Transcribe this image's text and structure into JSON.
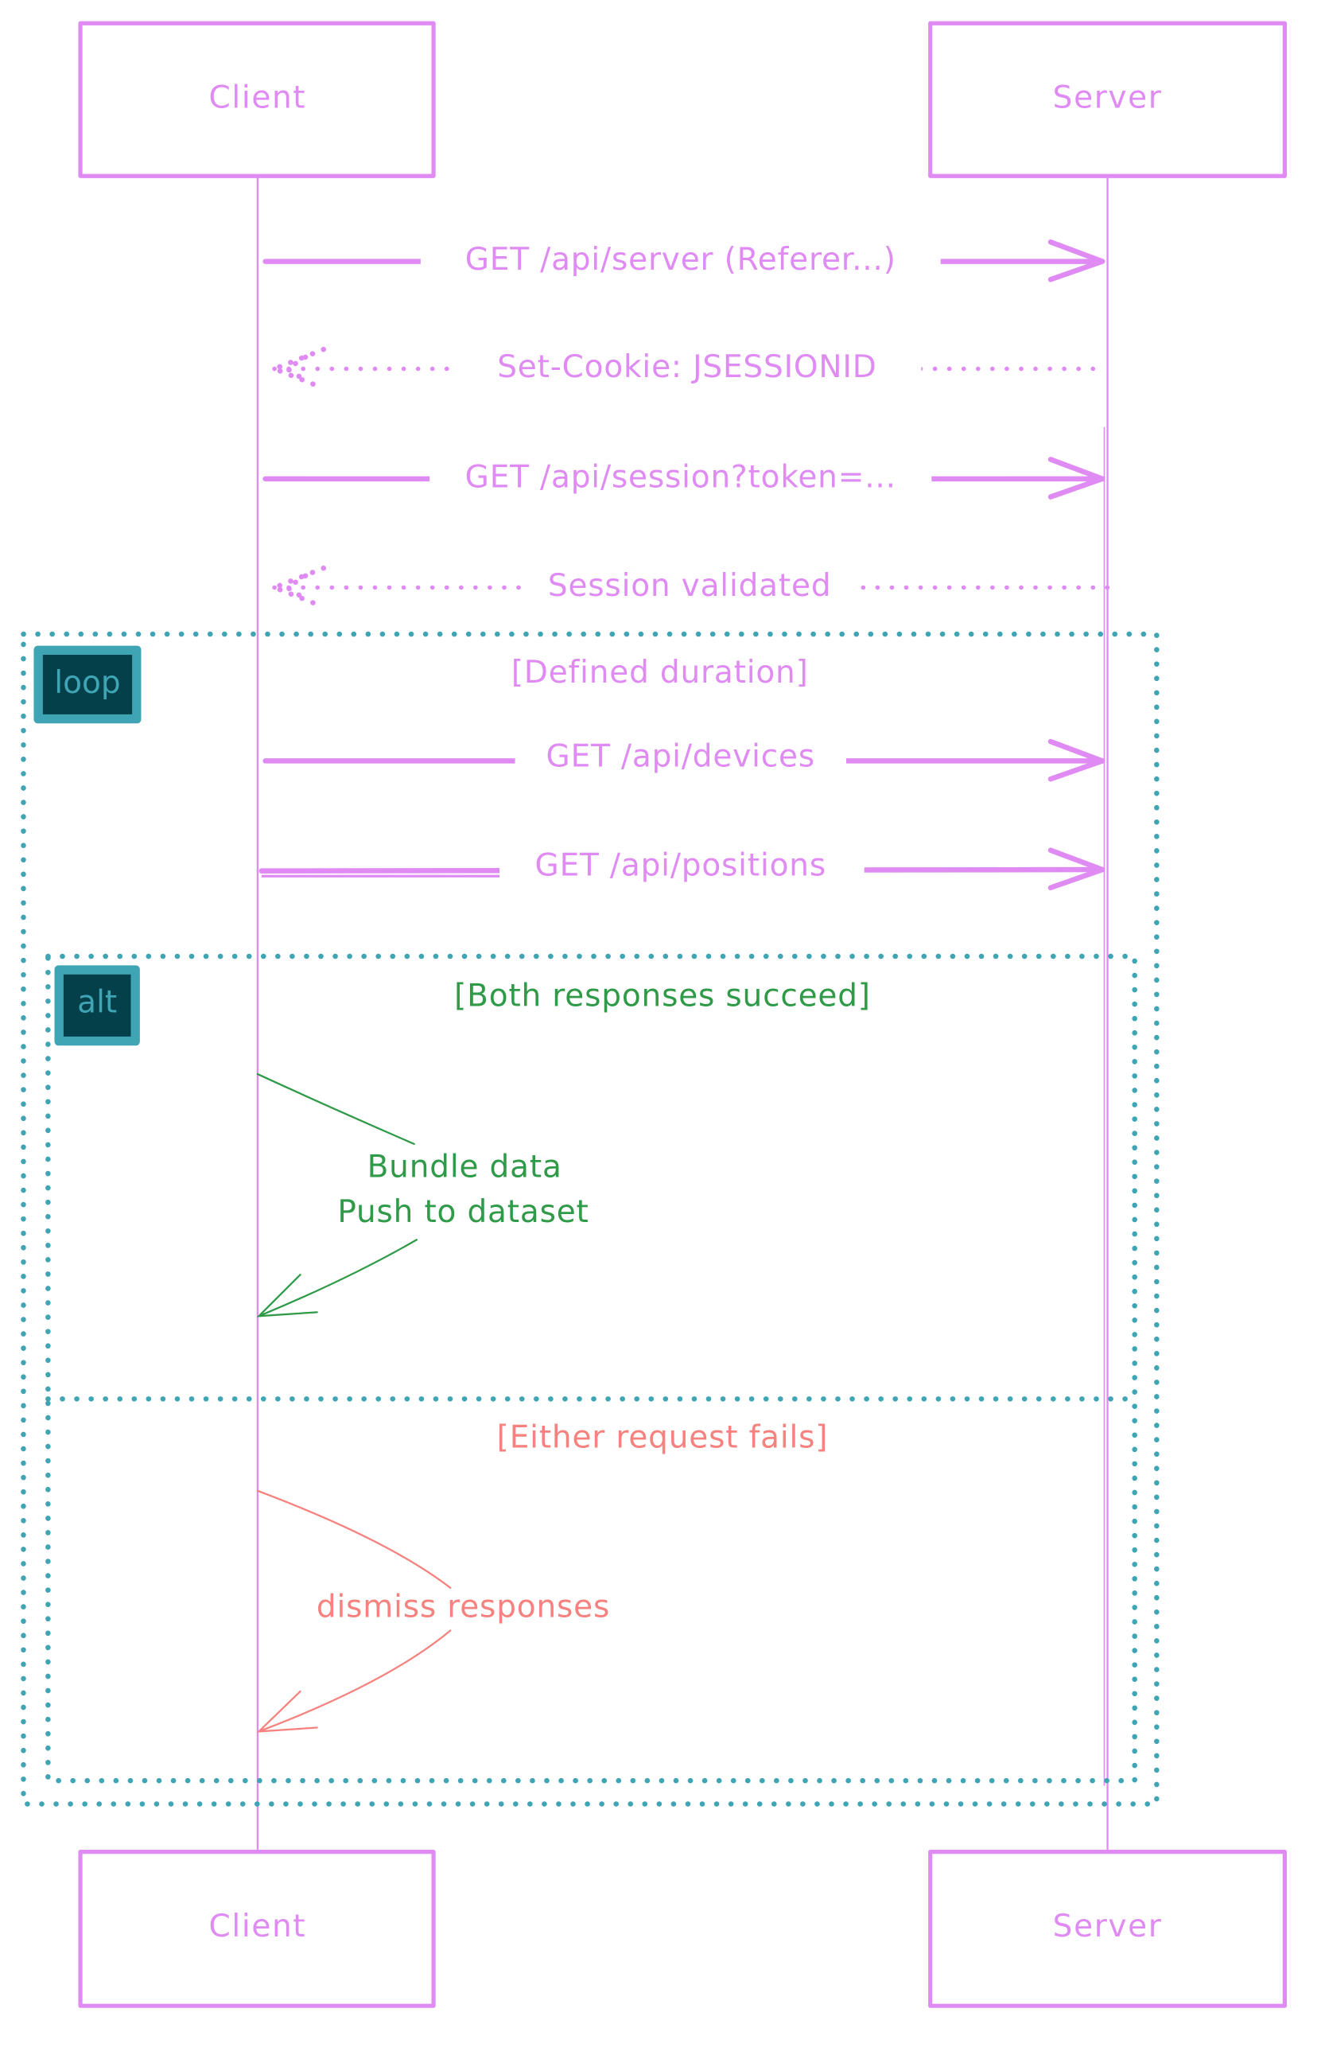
{
  "diagram": {
    "type": "sequence",
    "colors": {
      "participant": "#e08bf3",
      "frame": "#3fa5b4",
      "frame_tag_fill": "#03404a",
      "success": "#2f9a48",
      "failure": "#f5827e"
    },
    "participants": [
      {
        "id": "client",
        "label": "Client"
      },
      {
        "id": "server",
        "label": "Server"
      }
    ],
    "messages": [
      {
        "from": "client",
        "to": "server",
        "kind": "sync",
        "label": "GET /api/server (Referer...)"
      },
      {
        "from": "server",
        "to": "client",
        "kind": "reply",
        "label": "Set-Cookie: JSESSIONID"
      },
      {
        "from": "client",
        "to": "server",
        "kind": "sync",
        "label": "GET /api/session?token=..."
      },
      {
        "from": "server",
        "to": "client",
        "kind": "reply",
        "label": "Session validated"
      }
    ],
    "loop": {
      "tag": "loop",
      "guard": "[Defined duration]",
      "messages": [
        {
          "from": "client",
          "to": "server",
          "kind": "sync",
          "label": "GET /api/devices"
        },
        {
          "from": "client",
          "to": "server",
          "kind": "sync",
          "label": "GET /api/positions"
        }
      ],
      "alt": {
        "tag": "alt",
        "branches": [
          {
            "guard": "[Both responses succeed]",
            "self_message": {
              "participant": "client",
              "lines": [
                "Bundle data",
                "Push to dataset"
              ]
            }
          },
          {
            "guard": "[Either request fails]",
            "self_message": {
              "participant": "client",
              "lines": [
                "dismiss responses"
              ]
            }
          }
        ]
      }
    }
  }
}
